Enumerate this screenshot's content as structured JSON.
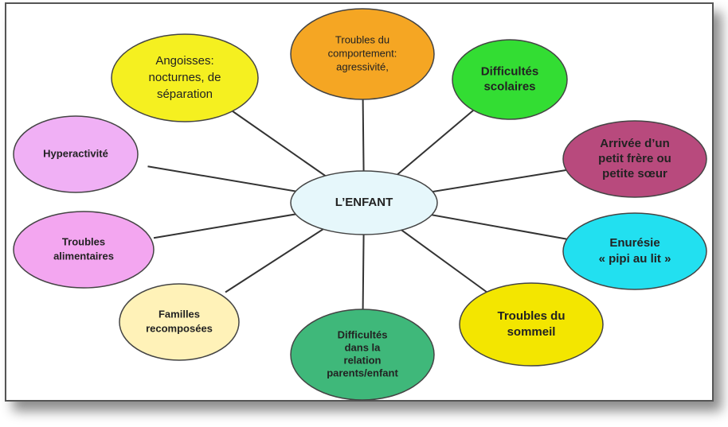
{
  "center": {
    "lines": [
      "L’ENFANT"
    ],
    "color": "#e6f7fb"
  },
  "nodes": [
    {
      "id": "comportement",
      "lines": [
        "Troubles du",
        "comportement:",
        "agressivité,"
      ],
      "color": "#f5a623",
      "bold": false
    },
    {
      "id": "scolaires",
      "lines": [
        "Difficultés",
        "scolaires"
      ],
      "color": "#33dd33",
      "bold": true
    },
    {
      "id": "arrivee",
      "lines": [
        "Arrivée d’un",
        "petit frère ou",
        "petite sœur"
      ],
      "color": "#b84a7d",
      "bold": true
    },
    {
      "id": "enuresie",
      "lines": [
        "Enurésie",
        "« pipi au lit »"
      ],
      "color": "#22e0f0",
      "bold": true
    },
    {
      "id": "sommeil",
      "lines": [
        "Troubles  du",
        "sommeil"
      ],
      "color": "#f3e600",
      "bold": true
    },
    {
      "id": "relation",
      "lines": [
        "Difficultés",
        "dans la",
        "relation",
        "parents/enfant"
      ],
      "color": "#3fb87a",
      "bold": true
    },
    {
      "id": "familles",
      "lines": [
        "Familles",
        "recomposées"
      ],
      "color": "#fff2b8",
      "bold": true
    },
    {
      "id": "alimentaires",
      "lines": [
        "Troubles",
        "alimentaires"
      ],
      "color": "#f3a6f0",
      "bold": true
    },
    {
      "id": "hyperactivite",
      "lines": [
        "Hyperactivité"
      ],
      "color": "#f0b0f5",
      "bold": true
    },
    {
      "id": "angoisses",
      "lines": [
        "Angoisses:",
        "nocturnes, de",
        "séparation"
      ],
      "color": "#f5f020",
      "bold": false
    }
  ],
  "line_color": "#333333"
}
